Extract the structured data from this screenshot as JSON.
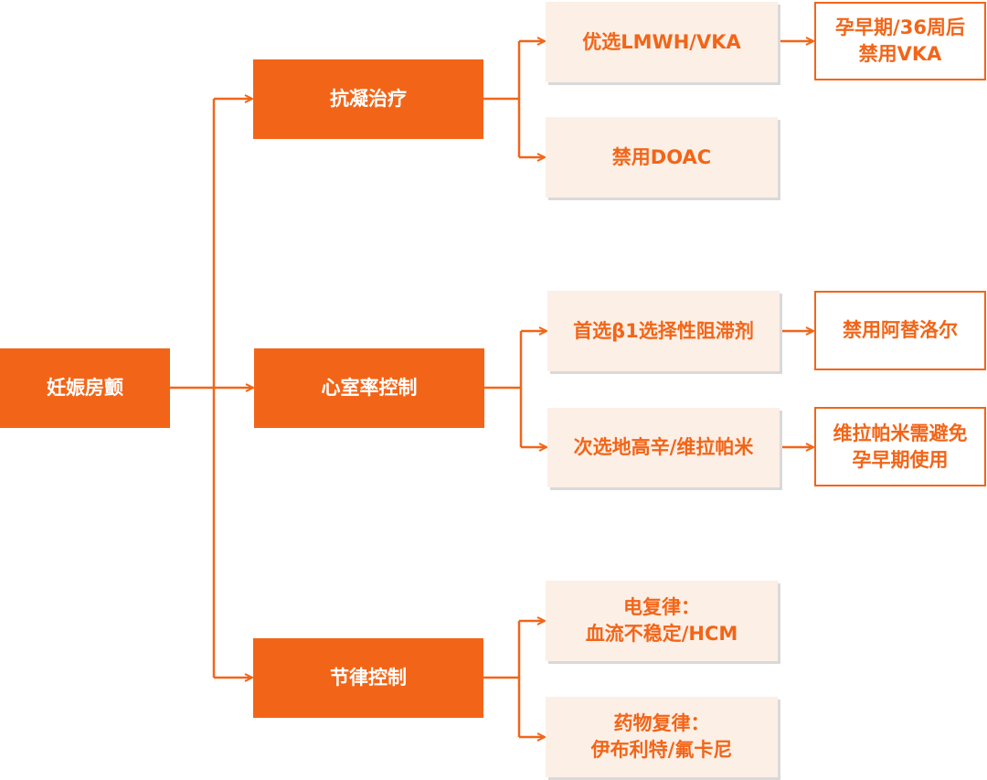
{
  "root": "妊娠房颤",
  "branches": [
    {
      "label": "抗凝治疗",
      "children": [
        {
          "lines": [
            "优选LMWH/VKA"
          ],
          "note": [
            "孕早期/36周后",
            "禁用VKA"
          ]
        },
        {
          "lines": [
            "禁用DOAC"
          ]
        }
      ]
    },
    {
      "label": "心室率控制",
      "children": [
        {
          "lines": [
            "首选β1选择性阻滞剂"
          ],
          "note": [
            "禁用阿替洛尔"
          ]
        },
        {
          "lines": [
            "次选地高辛/维拉帕米"
          ],
          "note": [
            "维拉帕米需避免",
            "孕早期使用"
          ]
        }
      ]
    },
    {
      "label": "节律控制",
      "children": [
        {
          "lines": [
            "电复律：",
            "血流不稳定/HCM"
          ]
        },
        {
          "lines": [
            "药物复律：",
            "伊布利特/氟卡尼"
          ]
        }
      ]
    }
  ],
  "colors": {
    "accent": "#F26518",
    "sub_bg": "#FCEFE6"
  }
}
